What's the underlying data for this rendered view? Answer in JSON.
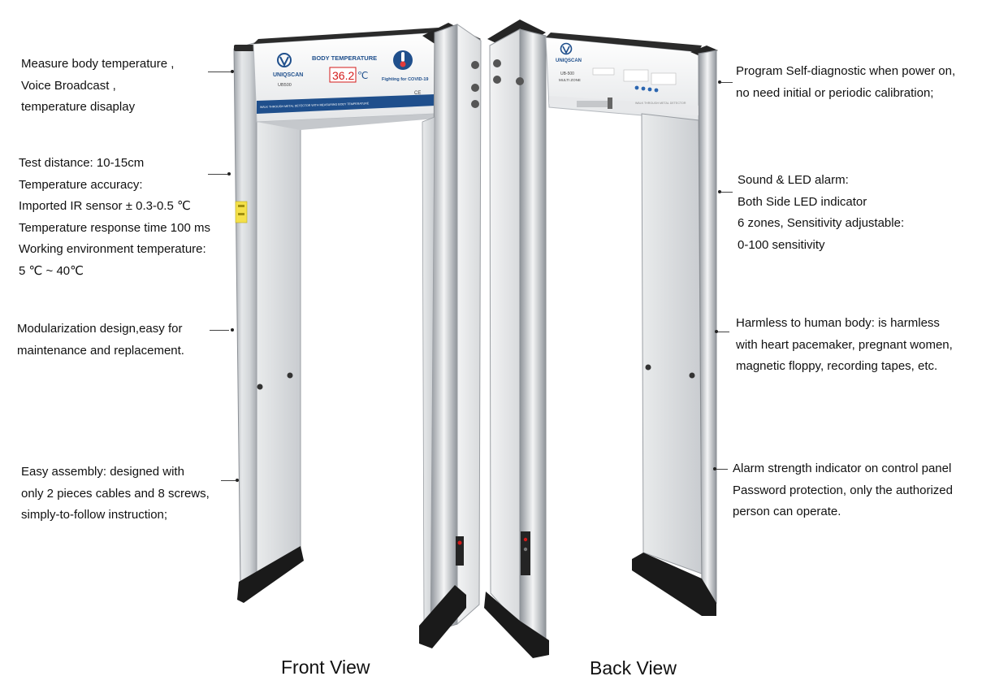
{
  "colors": {
    "panel_blue": "#1f4f8c",
    "display_red": "#d41a1a",
    "frame_grey": "#c9ccd0",
    "base_black": "#1a1a1a"
  },
  "front_panel": {
    "brand": "UNIQSCAN",
    "model": "UB500",
    "title": "BODY TEMPERATURE",
    "temperature_value": "36.2",
    "temperature_unit": "℃",
    "slogan": "Fighting for COVID-19",
    "strip_text": "WALK THROUGH METAL DETECTOR WITH MEASURING BODY TEMPERATURE",
    "cert_mark": "CE",
    "thermometer_icon": "thermometer-icon"
  },
  "back_panel": {
    "brand": "UNIQSCAN",
    "model": "UB-500",
    "subtitle": "MULTI ZONE",
    "strip_text": "WALK THROUGH METAL DETECTOR"
  },
  "left_annotations": [
    {
      "lines": [
        "Measure body temperature ,",
        "Voice Broadcast ,",
        "temperature disaplay"
      ]
    },
    {
      "lines": [
        "Test distance: 10-15cm",
        "Temperature accuracy:",
        "Imported IR sensor ± 0.3-0.5 ℃",
        "Temperature response time 100 ms",
        "Working environment temperature:",
        "5 ℃ ~ 40℃"
      ]
    },
    {
      "lines": [
        "Modularization design,easy for",
        "maintenance and replacement."
      ]
    },
    {
      "lines": [
        "Easy assembly: designed with",
        "only 2 pieces cables and 8 screws,",
        "simply-to-follow instruction;"
      ]
    }
  ],
  "right_annotations": [
    {
      "lines": [
        "Program Self-diagnostic when power on,",
        "no need initial or periodic calibration;"
      ]
    },
    {
      "lines": [
        "Sound & LED alarm:",
        "Both Side LED indicator",
        "6 zones, Sensitivity adjustable:",
        "0-100 sensitivity"
      ]
    },
    {
      "lines": [
        "Harmless to human body: is harmless",
        "with heart pacemaker, pregnant women,",
        "magnetic floppy, recording tapes, etc."
      ]
    },
    {
      "lines": [
        "Alarm strength indicator on control panel",
        "Password protection, only the authorized",
        "person can operate."
      ]
    }
  ],
  "view_labels": {
    "front": "Front View",
    "back": "Back View"
  }
}
